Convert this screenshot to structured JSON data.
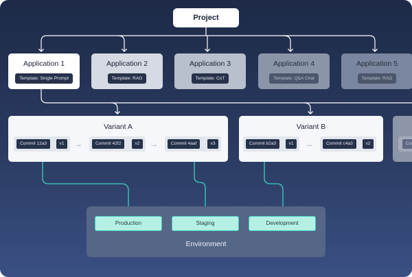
{
  "project": {
    "label": "Project"
  },
  "applications": [
    {
      "name": "Application 1",
      "template": "Template: Single Prompt"
    },
    {
      "name": "Application 2",
      "template": "Template: RAG"
    },
    {
      "name": "Application 3",
      "template": "Template: CoT"
    },
    {
      "name": "Application 4",
      "template": "Template: Q&A Chat"
    },
    {
      "name": "Application 5",
      "template": "Template: RAG"
    }
  ],
  "variants": [
    {
      "name": "Variant A",
      "commits": [
        {
          "id": "Commit 12a3",
          "version": "v1"
        },
        {
          "id": "Commit 42f2",
          "version": "v2"
        },
        {
          "id": "Commit 4aaf",
          "version": "v3"
        }
      ]
    },
    {
      "name": "Variant B",
      "commits": [
        {
          "id": "Commit b2a3",
          "version": "v1"
        },
        {
          "id": "Commit c4a3",
          "version": "v2"
        }
      ]
    },
    {
      "name": "",
      "commits": [
        {
          "id": "Com",
          "version": ""
        }
      ]
    }
  ],
  "environment": {
    "label": "Environment",
    "items": [
      "Production",
      "Staging",
      "Development"
    ]
  },
  "colors": {
    "background_top": "#1d2a47",
    "background_bottom": "#3a5083",
    "connector": "#ffffff",
    "environment_link": "#3ccfbd",
    "environment_panel": "#566687",
    "pill_fill": "#b5f0e5",
    "chip": "#26314a"
  }
}
